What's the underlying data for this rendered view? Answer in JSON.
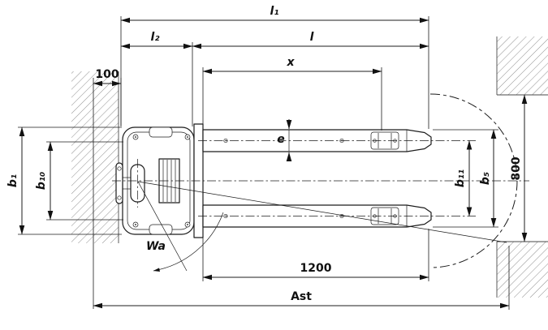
{
  "meta": {
    "type": "technical-drawing",
    "subject": "Pallet truck top view with standard dimension labels and aisle layout"
  },
  "colors": {
    "line": "#1c1c1c",
    "hatch": "#8f8f8f",
    "background": "#ffffff"
  },
  "labels": {
    "l1": "l₁",
    "l2": "l₂",
    "l": "l",
    "x": "x",
    "clearance_100": "100",
    "b1": "b₁",
    "b10": "b₁₀",
    "b11": "b₁₁",
    "b5": "b₅",
    "aisle_800": "800",
    "wa": "Wa",
    "pallet_1200": "1200",
    "ast": "Ast",
    "e": "e"
  }
}
